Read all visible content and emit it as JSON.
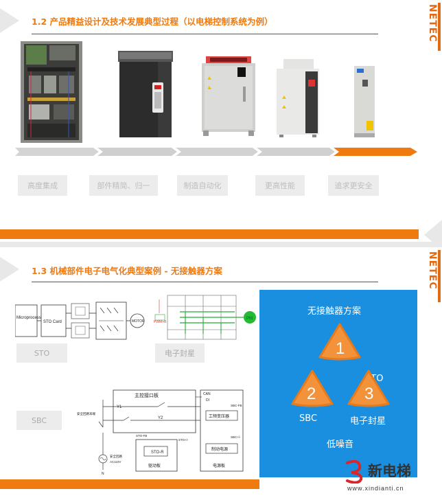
{
  "slide1": {
    "title": "1.2 产品精益设计及技术发展典型过程（以电梯控制系统为例）",
    "stages": [
      "高度集成",
      "部件精简、归一",
      "制造自动化",
      "更高性能",
      "追求更安全"
    ],
    "brand": "NETEC"
  },
  "slide2": {
    "title": "1.3 机械部件电子电气化典型案例 - 无接触器方案",
    "brand": "NETEC",
    "tags": {
      "sto": "STO",
      "seal": "电子封星",
      "sbc": "SBC"
    },
    "block_diagram": {
      "micro": "Microprocessor",
      "sto_card": "STO Card",
      "motor": "MOTOR"
    },
    "circuit": {
      "pm": "PM",
      "pwm": "PWM+B"
    },
    "panel": {
      "title": "无接触器方案",
      "items": [
        {
          "num": "1",
          "label": "STO"
        },
        {
          "num": "2",
          "label": "SBC"
        },
        {
          "num": "3",
          "label": "电子封星"
        }
      ],
      "footer": "低噪音"
    },
    "sbc_diagram": {
      "main_board": "主控接口板",
      "y1": "Y1",
      "y2": "Y2",
      "can": "CAN",
      "di": "DI",
      "sbc_fb": "SBC-FB",
      "transformer": "工频变压器",
      "brake_power": "制动电源",
      "sbc_plus": "SBC+/-",
      "sto_fb": "STO-FB",
      "sto_plus": "STO+/-",
      "sto_r": "STO-R",
      "drive_board": "驱动板",
      "power_board": "电源板",
      "safety_loop_in": "安全回路末端",
      "safety_loop": "安全回路",
      "ac": "AC110V",
      "n": "N"
    }
  },
  "watermark": {
    "logo": "新电梯",
    "url": "www.xindianti.cn"
  }
}
